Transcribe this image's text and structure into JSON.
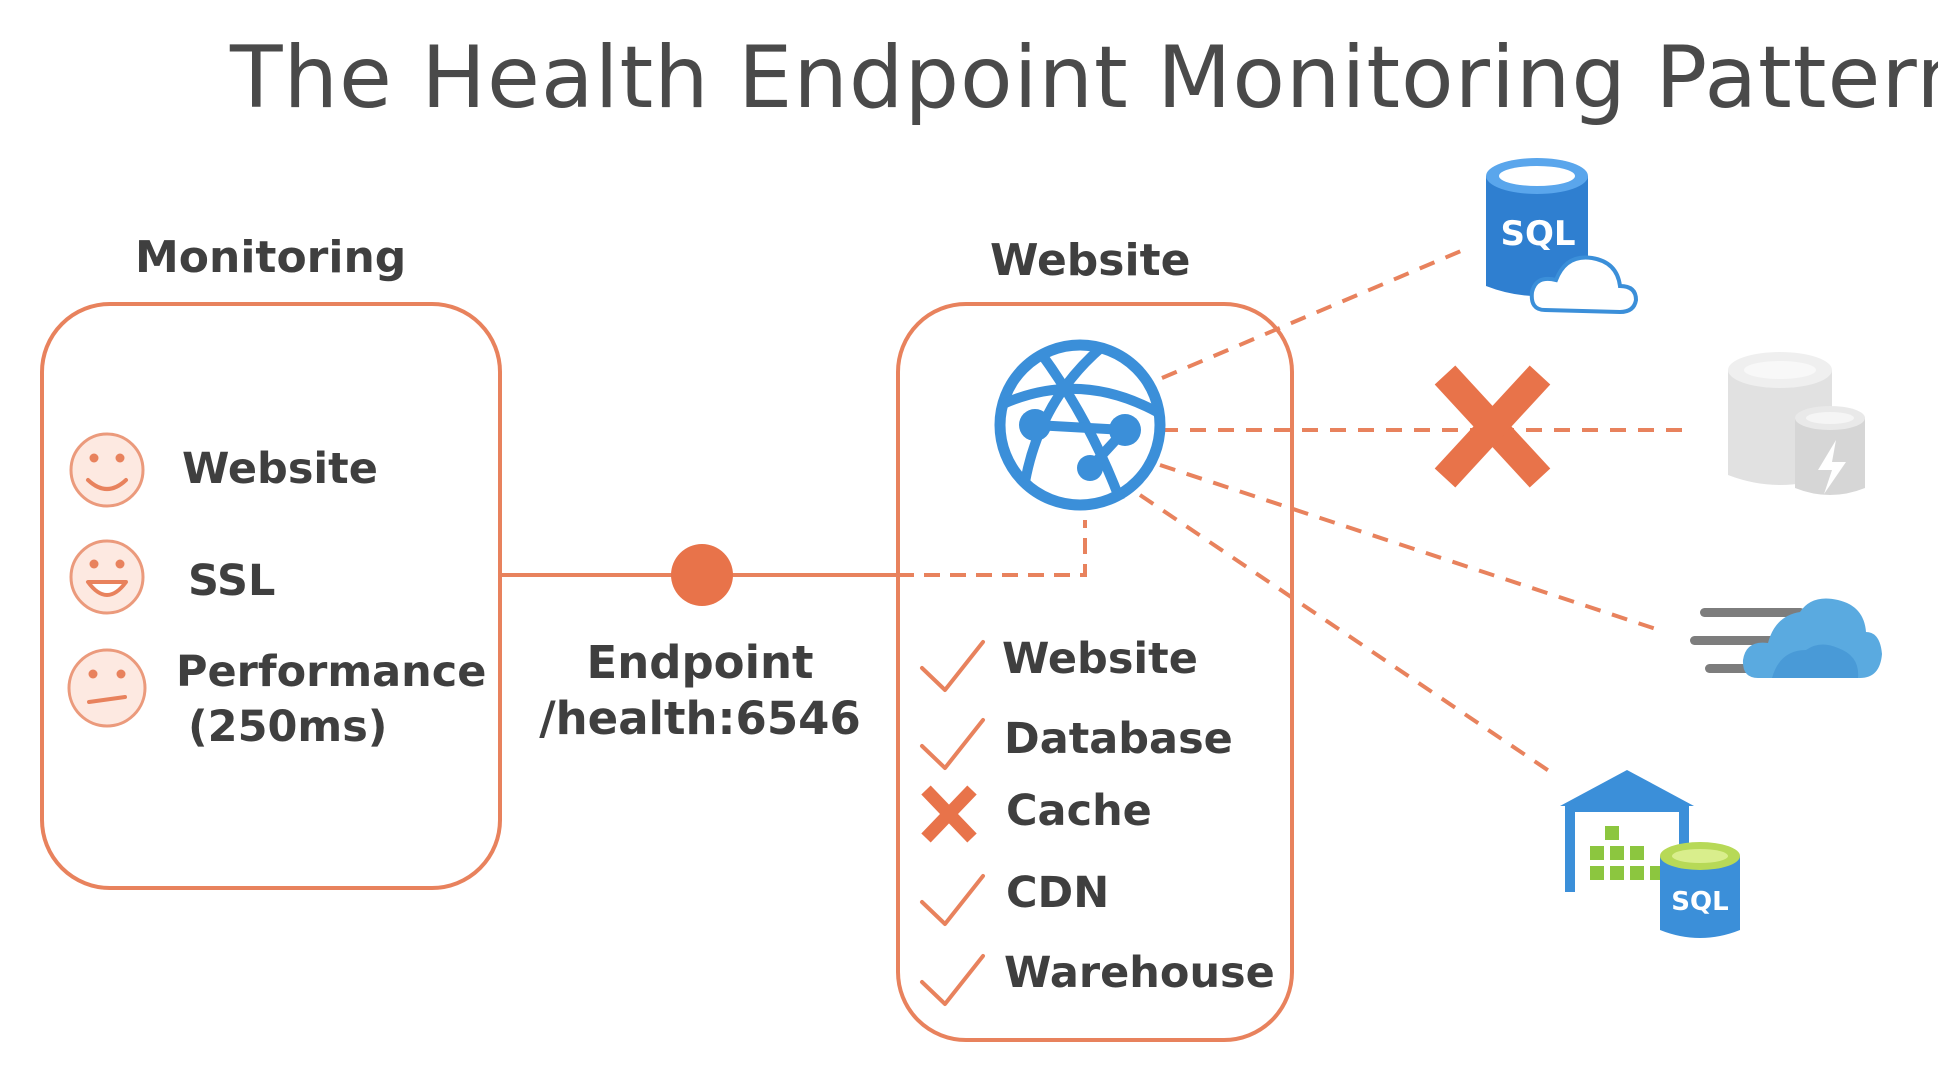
{
  "title": "The Health Endpoint Monitoring Pattern",
  "monitoring": {
    "label": "Monitoring",
    "items": [
      {
        "label": "Website",
        "icon": "smile-icon"
      },
      {
        "label": "SSL",
        "icon": "grin-icon"
      },
      {
        "label": "Performance",
        "sublabel": "(250ms)",
        "icon": "neutral-face-icon"
      }
    ]
  },
  "endpoint": {
    "line1": "Endpoint",
    "line2": "/health:6546"
  },
  "website": {
    "label": "Website",
    "icon": "globe-network-icon",
    "checks": [
      {
        "label": "Website",
        "status": "ok"
      },
      {
        "label": "Database",
        "status": "ok"
      },
      {
        "label": "Cache",
        "status": "fail"
      },
      {
        "label": "CDN",
        "status": "ok"
      },
      {
        "label": "Warehouse",
        "status": "ok"
      }
    ]
  },
  "resources": [
    {
      "icon": "sql-database-cloud-icon",
      "text": "SQL"
    },
    {
      "icon": "redis-cache-icon",
      "status": "fail"
    },
    {
      "icon": "cdn-cloud-icon"
    },
    {
      "icon": "data-warehouse-icon",
      "text": "SQL"
    }
  ],
  "colors": {
    "accent": "#e8825d",
    "fail": "#e8734a",
    "azure_blue": "#3b8fd9",
    "text": "#3f3f3f"
  }
}
